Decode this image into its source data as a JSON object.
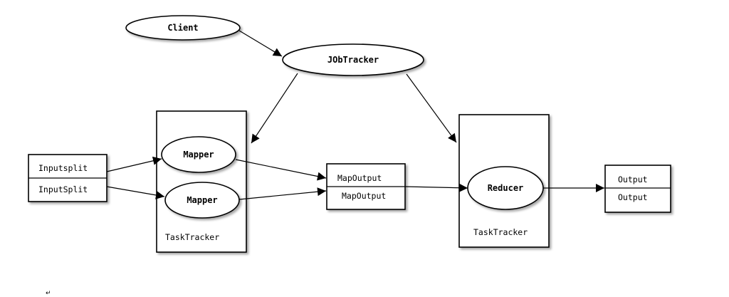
{
  "nodes": {
    "client": "Client",
    "jobtracker": "JObTracker",
    "mapper_top": "Mapper",
    "mapper_bottom": "Mapper",
    "reducer": "Reducer"
  },
  "containers": {
    "map_tasktracker": "TaskTracker",
    "reduce_tasktracker": "TaskTracker"
  },
  "records": {
    "input": [
      "Inputsplit",
      "InputSplit"
    ],
    "map_output": [
      "MapOutput",
      "MapOutput"
    ],
    "output": [
      "Output",
      "Output"
    ]
  },
  "paragraph_mark": "↵"
}
